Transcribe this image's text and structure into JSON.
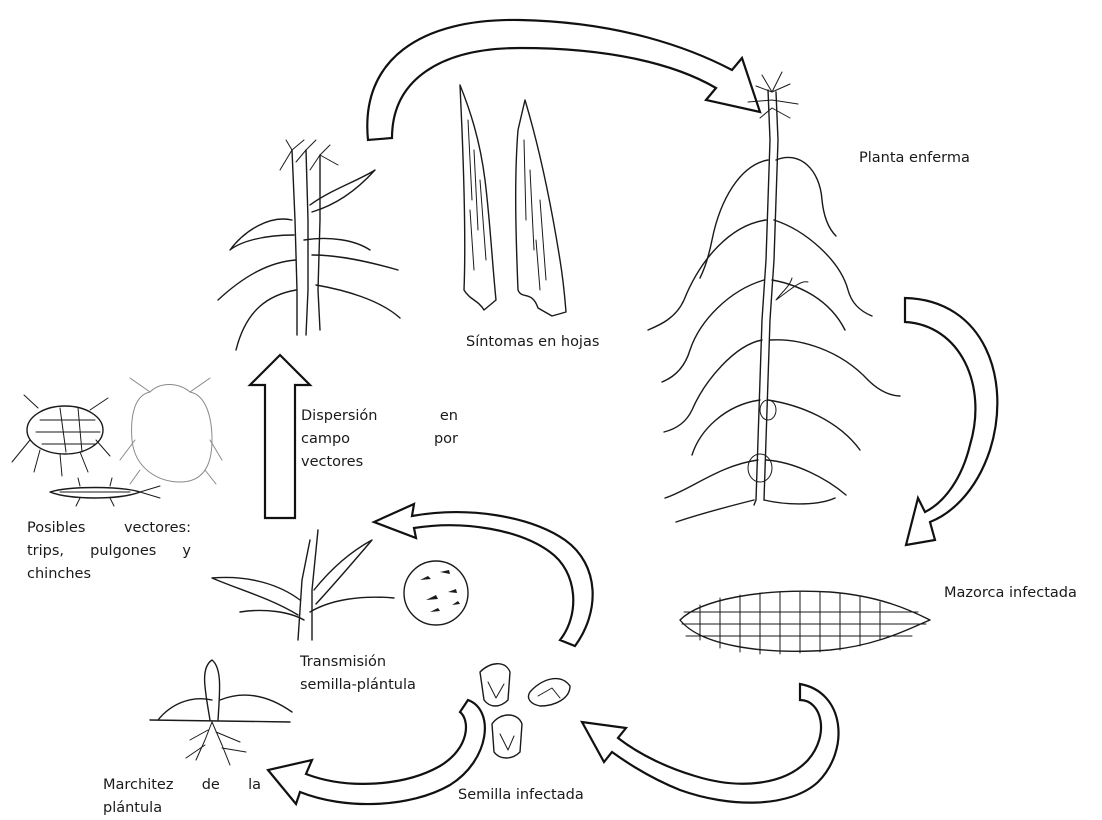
{
  "labels": {
    "planta_enferma": "Planta enferma",
    "sintomas_hojas": "Síntomas en hojas",
    "dispersion": [
      "Dispersión en",
      "campo por",
      "vectores"
    ],
    "posibles_vectores": [
      "Posibles vectores:",
      "trips, pulgones y",
      "chinches"
    ],
    "mazorca_infectada": "Mazorca infectada",
    "transmision": [
      "Transmisión",
      "semilla-plántula"
    ],
    "marchitez": [
      "Marchitez de la",
      "plántula"
    ],
    "semilla_infectada": "Semilla infectada"
  },
  "colors": {
    "line": "#1a1a1a",
    "arrow_fill": "#ffffff",
    "background": "#ffffff"
  }
}
